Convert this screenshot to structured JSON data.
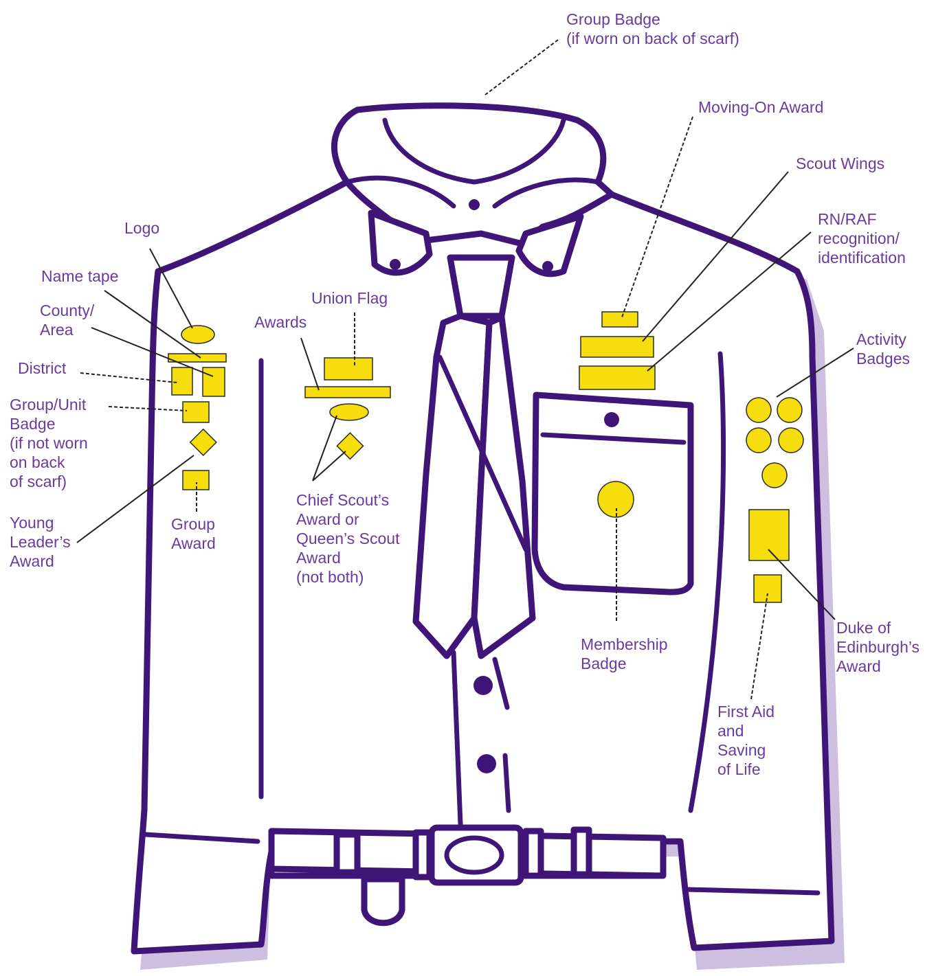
{
  "colors": {
    "outline": "#3f1578",
    "shadow": "#c9b8dd",
    "badge": "#f5dd0e",
    "label": "#6a3a9e"
  },
  "labels": {
    "group_badge_scarf": [
      "Group Badge",
      "(if worn on back of scarf)"
    ],
    "moving_on_award": [
      "Moving-On Award"
    ],
    "scout_wings": [
      "Scout Wings"
    ],
    "rn_raf": [
      "RN/RAF",
      "recognition/",
      "identification"
    ],
    "activity_badges": [
      "Activity",
      "Badges"
    ],
    "logo": [
      "Logo"
    ],
    "name_tape": [
      "Name tape"
    ],
    "county_area": [
      "County/",
      "Area"
    ],
    "district": [
      "District"
    ],
    "group_unit_badge": [
      "Group/Unit",
      "Badge",
      "(if not worn",
      "on back",
      "of scarf)"
    ],
    "young_leaders_award": [
      "Young",
      "Leader’s",
      "Award"
    ],
    "group_award": [
      "Group",
      "Award"
    ],
    "union_flag": [
      "Union Flag"
    ],
    "awards": [
      "Awards"
    ],
    "chief_scouts_award": [
      "Chief Scout’s",
      "Award or",
      "Queen’s Scout",
      "Award",
      "(not both)"
    ],
    "membership_badge": [
      "Membership",
      "Badge"
    ],
    "duke_of_edinburgh": [
      "Duke of",
      "Edinburgh’s",
      "Award"
    ],
    "first_aid": [
      "First Aid",
      "and",
      "Saving",
      "of Life"
    ]
  }
}
